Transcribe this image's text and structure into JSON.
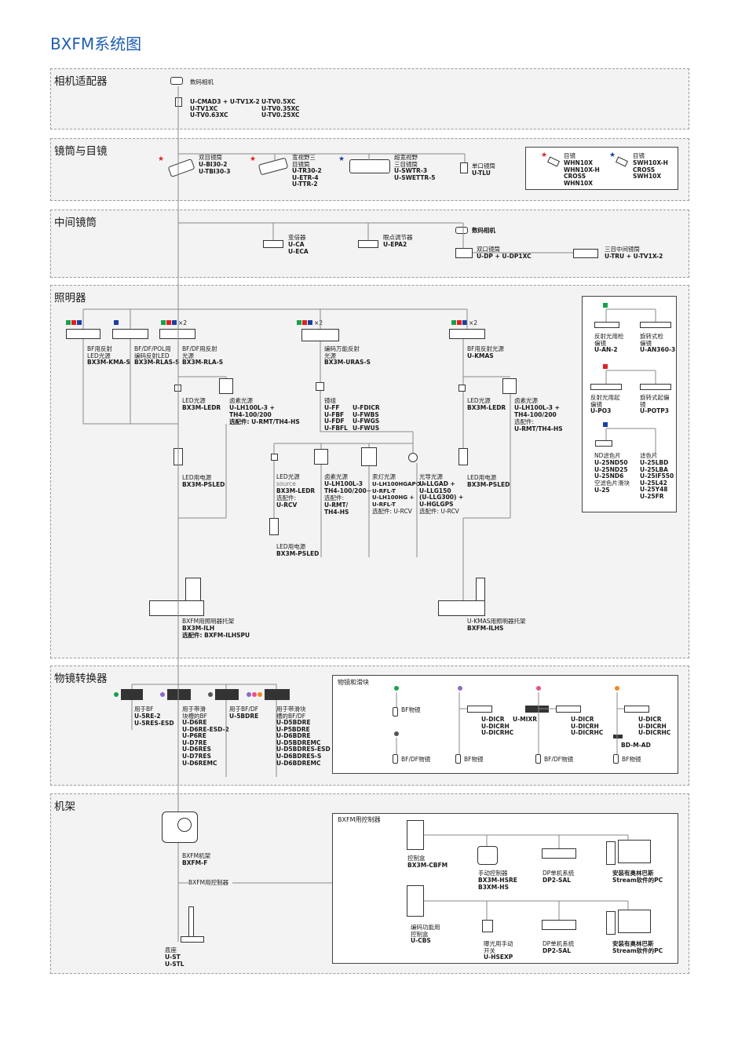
{
  "title": "BXFM系统图",
  "sections": {
    "camera_adapter": "相机适配器",
    "tubes": "镜筒与目镜",
    "intermediate": "中间镜筒",
    "illuminators": "照明器",
    "revolvers": "物镜转换器",
    "frames": "机架"
  },
  "camera": {
    "digital_camera": "数码相机",
    "adapters_left": "U-CMAD3 + U-TV1X-2\nU-TV1XC\nU-TV0.63XC",
    "adapters_right": "U-TV0.5XC\nU-TV0.35XC\nU-TV0.25XC"
  },
  "tubes": {
    "binocular_name": "双目镜筒",
    "binocular_models": "U-BI30-2\nU-TBI30-3",
    "wide_name": "宽视野三\n目镜筒",
    "wide_models": "U-TR30-2\nU-ETR-4\nU-TTR-2",
    "super_name": "超宽视野\n三目镜筒",
    "super_models": "U-SWTR-3\nU-SWETTR-5",
    "mono_name": "单口镜筒",
    "mono_models": "U-TLU",
    "eyepiece1_name": "目镜",
    "eyepiece1_models": "WHN10X\nWHN10X-H\nCROSS\nWHN10X",
    "eyepiece2_name": "目镜",
    "eyepiece2_models": "SWH10X-H\nCROSS\nSWH10X"
  },
  "intermediate": {
    "zoom_name": "变倍器",
    "zoom_models": "U-CA\nU-ECA",
    "eyepoint_name": "眼点调节器",
    "eyepoint_models": "U-EPA2",
    "camera_label": "数码相机",
    "dualport_name": "双口镜筒",
    "dualport_models": "U-DP + U-DP1XC",
    "triple_name": "三目中间镜筒",
    "triple_models": "U-TRU + U-TV1X-2"
  },
  "illum": {
    "x2_a": "×2",
    "x2_b": "×2",
    "x2_c": "×2",
    "kma_name": "BF用反射\nLED光源",
    "kma_model": "BX3M-KMA-S",
    "rlas_name": "BF/DF/POL用\n编码反射LED",
    "rlas_model": "BX3M-RLAS-S",
    "rla_name": "BF/DF用反射\n光源",
    "rla_model": "BX3M-RLA-S",
    "uras_name": "编码万能反射\n光源",
    "uras_model": "BX3M-URAS-S",
    "kmas_name": "BF用反射光源",
    "kmas_model": "U-KMAS",
    "led1_name": "LED光源",
    "led1_model": "BX3M-LEDR",
    "hal1_name": "卤素光源",
    "hal1_model": "U-LH100L-3 +\nTH4-100/200",
    "hal1_opt": "选配件: U-RMT/TH4-HS",
    "psu1_name": "LED用电源",
    "psu1_model": "BX3M-PSLED",
    "cube_name": "镜组",
    "cube_left": "U-FF\nU-FBF\nU-FDF\nU-FBFL",
    "cube_right": "U-FDICR\nU-FWBS\nU-FWGS\nU-FWUS",
    "led2_name": "LED光源",
    "led2_source": "source",
    "led2_model": "BX3M-LEDR",
    "led2_opt": "选配件:",
    "led2_opt_model": "U-RCV",
    "hal2_name": "卤素光源",
    "hal2_model": "U-LH100L-3\nTH4-100/200+",
    "hal2_opt": "选配件:",
    "hal2_opt_model": "U-RMT/\nTH4-HS",
    "hg_name": "汞灯光源",
    "hg_model": "U-LH100HGAPO +\nU-RFL-T\nU-LH100HG +\nU-RFL-T",
    "hg_opt": "选配件: U-RCV",
    "lg_name": "光导光源",
    "lg_model": "U-LLGAD +\nU-LLG150\n(U-LLG300) +\nU-HGLGPS",
    "lg_opt": "选配件: U-RCV",
    "psu2_name": "LED用电源",
    "psu2_model": "BX3M-PSLED",
    "led3_name": "LED光源",
    "led3_model": "BX3M-LEDR",
    "hal3_name": "卤素光源",
    "hal3_model": "U-LH100L-3 +\nTH4-100/200",
    "hal3_opt": "选配件:",
    "hal3_opt_model": "U-RMT/TH4-HS",
    "psu3_name": "LED用电源",
    "psu3_model": "BX3M-PSLED",
    "ilh_name": "BXFM用照明器托架",
    "ilh_model": "BX3M-ILH",
    "ilh_opt": "选配件: BXFM-ILHSPU",
    "ilhs_name": "U-KMAS用照明器托架",
    "ilhs_model": "BXFM-ILHS",
    "side": {
      "an_name": "反射光用检\n偏镜",
      "an_model": "U-AN-2",
      "an360_name": "旋转式检\n偏镜",
      "an360_model": "U-AN360-3",
      "po_name": "反射光用起\n偏镜",
      "po_model": "U-PO3",
      "potp_name": "旋转式起偏\n镜",
      "potp_model": "U-POTP3",
      "nd_name": "ND滤色片",
      "nd_models": "U-25ND50\nU-25ND25\nU-25ND6",
      "empty_name": "空滤色片滑块",
      "empty_model": "U-25",
      "filter_name": "滤色片",
      "filter_models": "U-25LBD\nU-25LBA\nU-25IF550\nU-25L42\nU-25Y48\nU-25FR"
    }
  },
  "revolvers": {
    "r1_name": "用于BF",
    "r1_models": "U-5RE-2\nU-5RES-ESD",
    "r2_name": "用于带滑\n块槽的BF",
    "r2_models": "U-D6RE\nU-D6RE-ESD-2\nU-P6RE\nU-D7RE\nU-D6RES\nU-D7RES\nU-D6REMC",
    "r3_name": "用于BF/DF",
    "r3_models": "U-5BDRE",
    "r4_name": "用于带滑块\n槽的BF/DF",
    "r4_models": "U-D5BDRE\nU-P5BDRE\nU-D6BDRE\nU-D5BDREMC\nU-D5BDRES-ESD\nU-D6BDRES-S\nU-D6BDREMC",
    "obj_title": "物镜和滑块",
    "bf_obj_1": "BF物镜",
    "bfdf_obj_1": "BF/DF物镜",
    "bf_obj_2": "BF物镜",
    "bfdf_obj_2": "BF/DF物镜",
    "bf_obj_3": "BF物镜",
    "dic1": "U-DICR\nU-DICRH\nU-DICRHC",
    "mixr": "U-MIXR",
    "dic2": "U-DICR\nU-DICRH\nU-DICRHC",
    "dic3": "U-DICR\nU-DICRH\nU-DICRHC",
    "bdmad": "BD-M-AD"
  },
  "frames": {
    "frame_name": "BXFM机架",
    "frame_model": "BXFM-F",
    "controller_label": "BXFM用控制器",
    "stand_name": "底座",
    "stand_models": "U-ST\nU-STL",
    "ctrl_title": "BXFM用控制器",
    "cbfm_name": "控制盒",
    "cbfm_model": "BX3M-CBFM",
    "hsre_name": "手动控制器",
    "hsre_models": "BX3M-HSRE\nB3XM-HS",
    "dp2_name_1": "DP单机系统",
    "dp2_model_1": "DP2-SAL",
    "pc1": "安装有奥林巴斯\nStream软件的PC",
    "cbs_name": "编码功能用\n控制盒",
    "cbs_model": "U-CBS",
    "hsexp_name": "曝光用手动\n开关",
    "hsexp_model": "U-HSEXP",
    "dp2_name_2": "DP单机系统",
    "dp2_model_2": "DP2-SAL",
    "pc2": "安装有奥林巴斯\nStream软件的PC"
  },
  "colors": {
    "title_blue": "#1f5fb0",
    "green": "#1aa04a",
    "red": "#e02020",
    "blue": "#1a3fa0",
    "purple": "#8a6ac8",
    "dark": "#555555",
    "pink": "#e8508a",
    "orange": "#f08a20"
  }
}
